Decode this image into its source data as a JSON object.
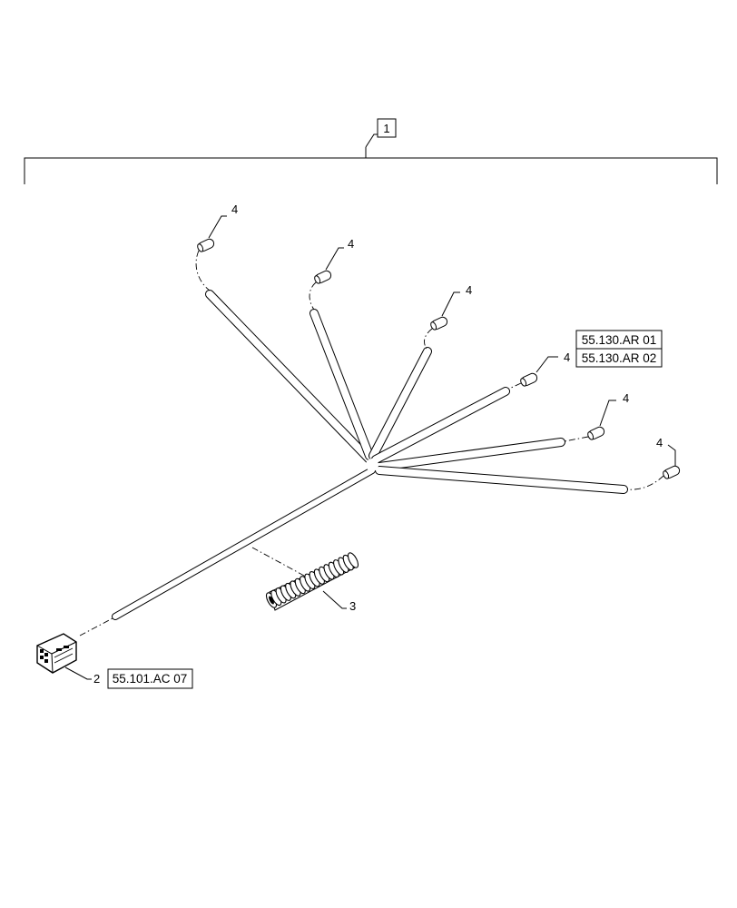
{
  "diagram": {
    "assembly_callout": "1",
    "connector_callout": "2",
    "conduit_callout": "3",
    "terminal_callout": "4",
    "references": {
      "connector_ref": "55.101.AC 07",
      "terminal_ref_1": "55.130.AR 01",
      "terminal_ref_2": "55.130.AR 02"
    },
    "colors": {
      "line": "#000000",
      "background": "#ffffff"
    }
  }
}
